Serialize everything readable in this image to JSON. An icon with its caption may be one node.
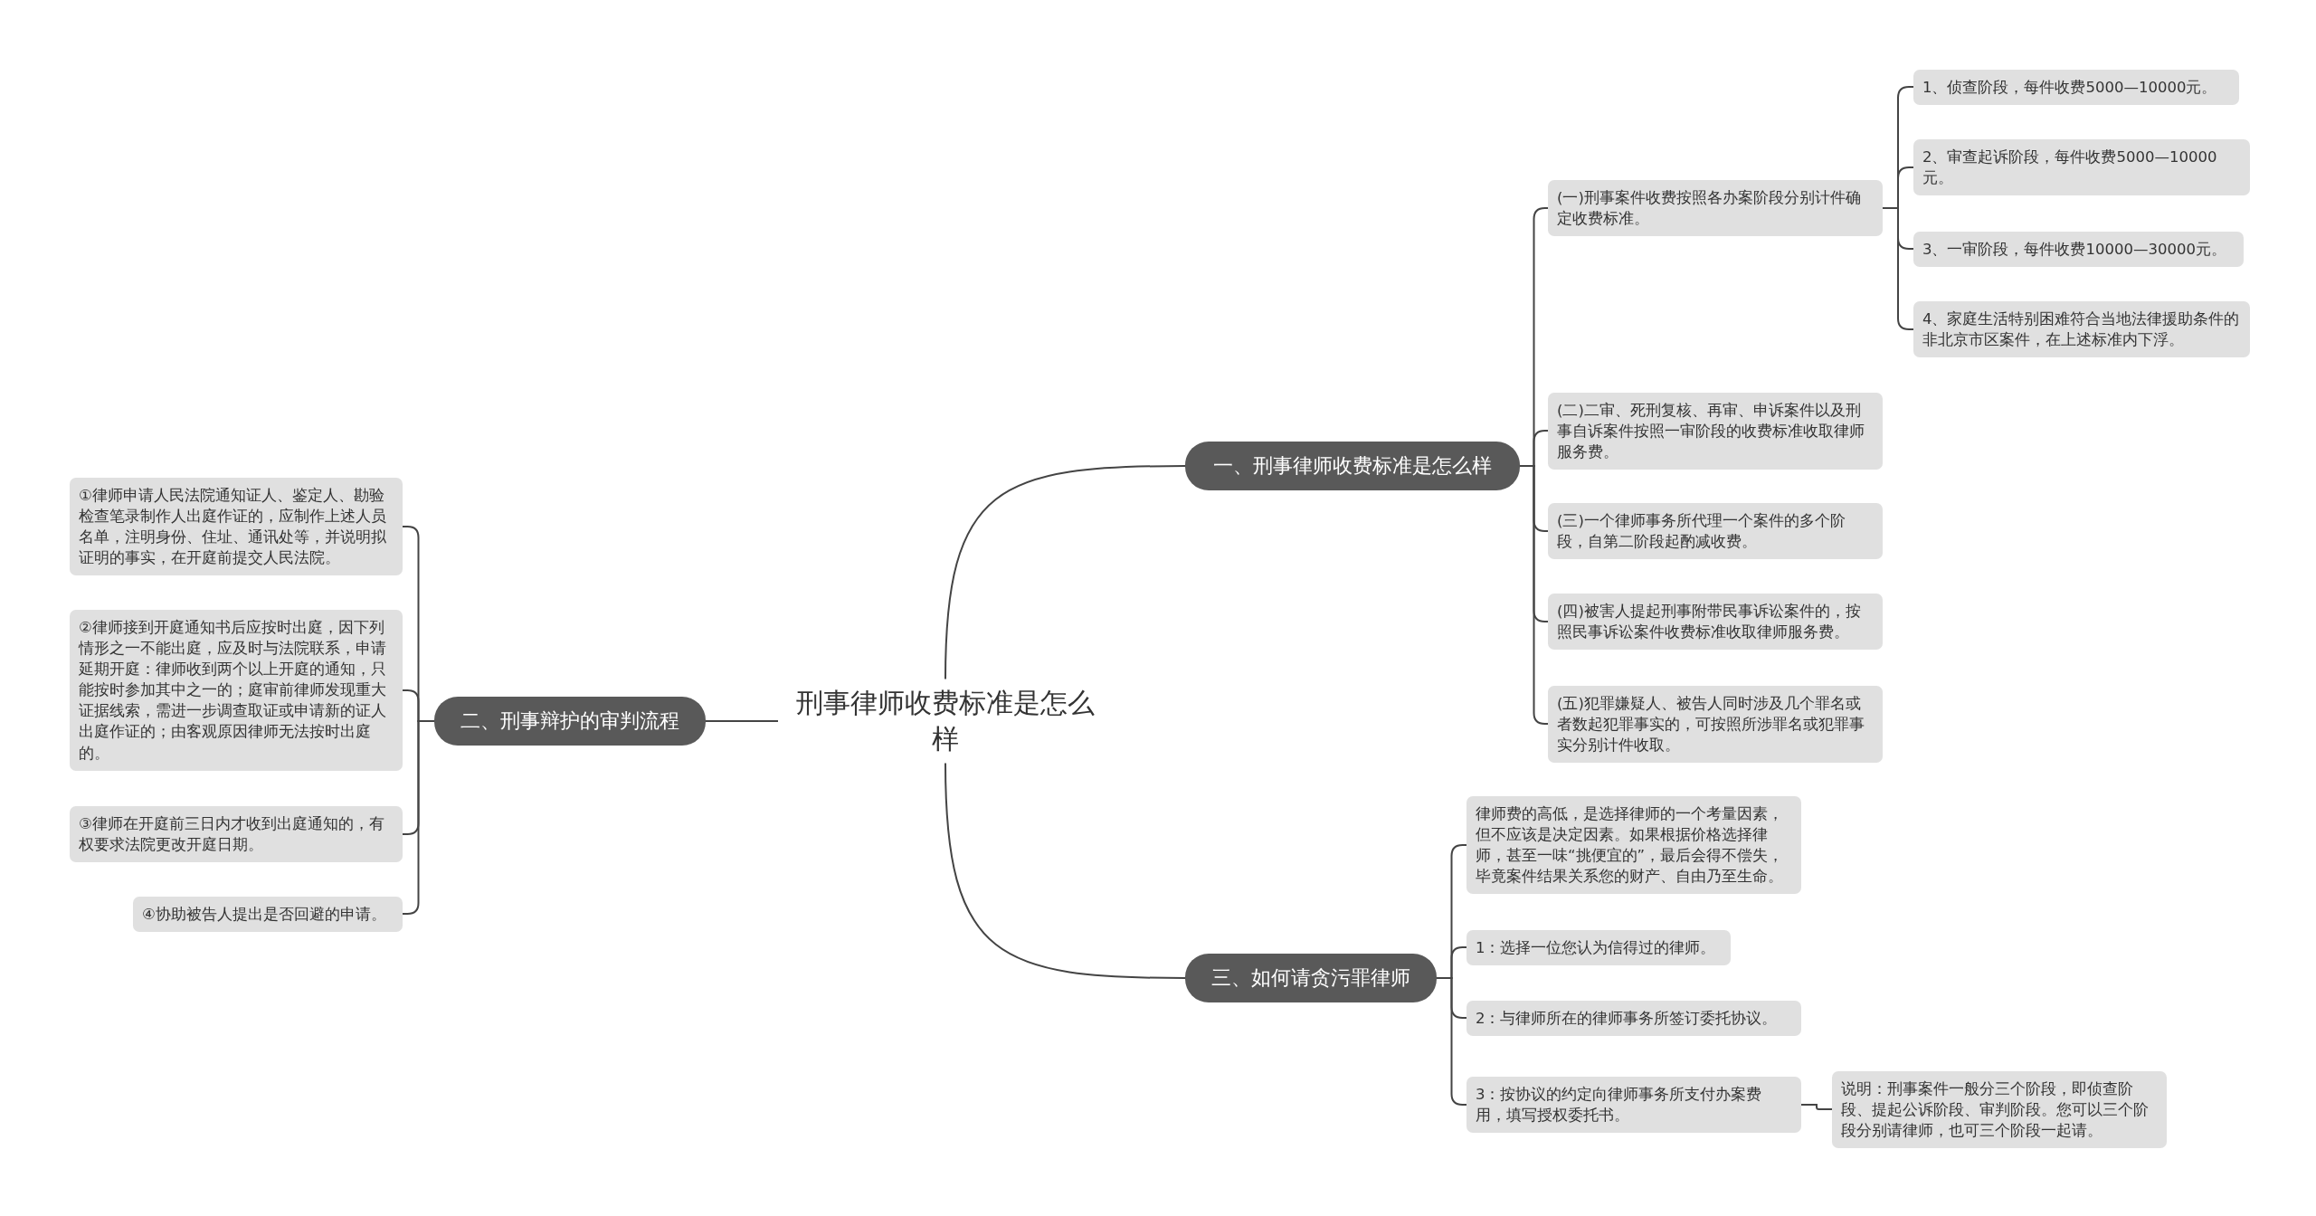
{
  "diagram": {
    "nodes": [
      {
        "text": [
          "刑事律师收费标准是怎么样"
        ]
      },
      {
        "text": [
          "一、刑事律师收费标准是怎么样"
        ]
      },
      {
        "text": [
          "(一)刑事案件收费按照各办案阶段分别计件确定收费标准。"
        ]
      },
      {
        "text": [
          "1、侦查阶段，每件收费5000—10000元。"
        ]
      },
      {
        "text": [
          "2、审查起诉阶段，每件收费5000—10000元。"
        ]
      },
      {
        "text": [
          "3、一审阶段，每件收费10000—30000元。"
        ]
      },
      {
        "text": [
          "4、家庭生活特别困难符合当地法律援助条件的非北京市区案件，在上述标准内下浮。"
        ]
      },
      {
        "text": [
          "(二)二审、死刑复核、再审、申诉案件以及刑事自诉案件按照一审阶段的收费标准收取律师服务费。"
        ]
      },
      {
        "text": [
          "(三)一个律师事务所代理一个案件的多个阶段，自第二阶段起酌减收费。"
        ]
      },
      {
        "text": [
          "(四)被害人提起刑事附带民事诉讼案件的，按照民事诉讼案件收费标准收取律师服务费。"
        ]
      },
      {
        "text": [
          "(五)犯罪嫌疑人、被告人同时涉及几个罪名或者数起犯罪事实的，可按照所涉罪名或犯罪事实分别计件收取。"
        ]
      },
      {
        "text": [
          "二、刑事辩护的审判流程"
        ]
      },
      {
        "text": [
          "①律师申请人民法院通知证人、鉴定人、勘验检查笔录制作人出庭作证的，应制作上述人员名单，注明身份、住址、通讯处等，并说明拟证明的事实，在开庭前提交人民法院。"
        ]
      },
      {
        "text": [
          "②律师接到开庭通知书后应按时出庭，因下列情形之一不能出庭，应及时与法院联系，申请延期开庭：律师收到两个以上开庭的通知，只能按时参加其中之一的；庭审前律师发现重大证据线索，需进一步调查取证或申请新的证人出庭作证的；由客观原因律师无法按时出庭的。"
        ]
      },
      {
        "text": [
          "③律师在开庭前三日内才收到出庭通知的，有权要求法院更改开庭日期。"
        ]
      },
      {
        "text": [
          "④协助被告人提出是否回避的申请。"
        ]
      },
      {
        "text": [
          "三、如何请贪污罪律师"
        ]
      },
      {
        "text": [
          "律师费的高低，是选择律师的一个考量因素，但不应该是决定因素。如果根据价格选择律师，甚至一味“挑便宜的”，最后会得不偿失，毕竟案件结果关系您的财产、自由乃至生命。"
        ]
      },
      {
        "text": [
          "1：选择一位您认为信得过的律师。"
        ]
      },
      {
        "text": [
          "2：与律师所在的律师事务所签订委托协议。"
        ]
      },
      {
        "text": [
          "3：按协议的约定向律师事务所支付办案费用，填写授权委托书。"
        ]
      },
      {
        "text": [
          "说明：刑事案件一般分三个阶段，即侦查阶段、提起公诉阶段、审判阶段。您可以三个阶段分别请律师，也可三个阶段一起请。"
        ]
      }
    ],
    "edges": [
      {
        "from": 0,
        "to": 1,
        "arrow": "none"
      },
      {
        "from": 1,
        "to": 2,
        "arrow": "none"
      },
      {
        "from": 2,
        "to": 3,
        "arrow": "none"
      },
      {
        "from": 2,
        "to": 4,
        "arrow": "none"
      },
      {
        "from": 2,
        "to": 5,
        "arrow": "none"
      },
      {
        "from": 2,
        "to": 6,
        "arrow": "none"
      },
      {
        "from": 1,
        "to": 7,
        "arrow": "none"
      },
      {
        "from": 1,
        "to": 8,
        "arrow": "none"
      },
      {
        "from": 1,
        "to": 9,
        "arrow": "none"
      },
      {
        "from": 1,
        "to": 10,
        "arrow": "none"
      },
      {
        "from": 0,
        "to": 11,
        "arrow": "none"
      },
      {
        "from": 11,
        "to": 12,
        "arrow": "none"
      },
      {
        "from": 11,
        "to": 13,
        "arrow": "none"
      },
      {
        "from": 11,
        "to": 14,
        "arrow": "none"
      },
      {
        "from": 11,
        "to": 15,
        "arrow": "none"
      },
      {
        "from": 0,
        "to": 16,
        "arrow": "none"
      },
      {
        "from": 16,
        "to": 17,
        "arrow": "none"
      },
      {
        "from": 16,
        "to": 18,
        "arrow": "none"
      },
      {
        "from": 16,
        "to": 19,
        "arrow": "none"
      },
      {
        "from": 16,
        "to": 20,
        "arrow": "none"
      },
      {
        "from": 20,
        "to": 21,
        "arrow": "none"
      }
    ]
  }
}
